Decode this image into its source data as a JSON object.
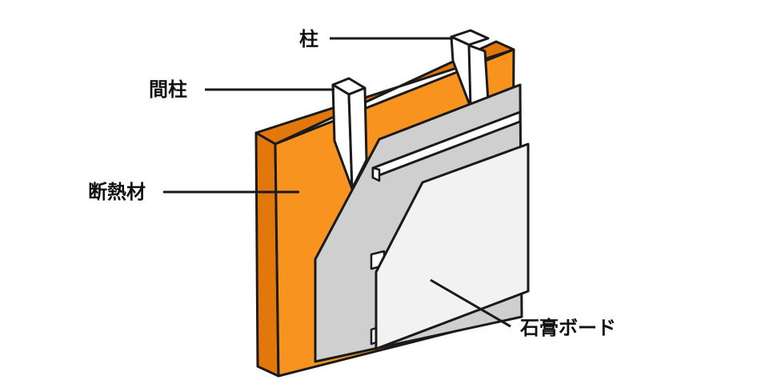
{
  "labels": {
    "pillar": "柱",
    "stud": "間柱",
    "insulation": "断熱材",
    "gypsum_board": "石膏ボード"
  },
  "colors": {
    "insulation_front": "#f7931e",
    "insulation_side": "#e2780c",
    "board_back": "#cfcfcf",
    "board_front": "#f2f2f2",
    "timber": "#ffffff",
    "outline": "#1a1a1a"
  }
}
